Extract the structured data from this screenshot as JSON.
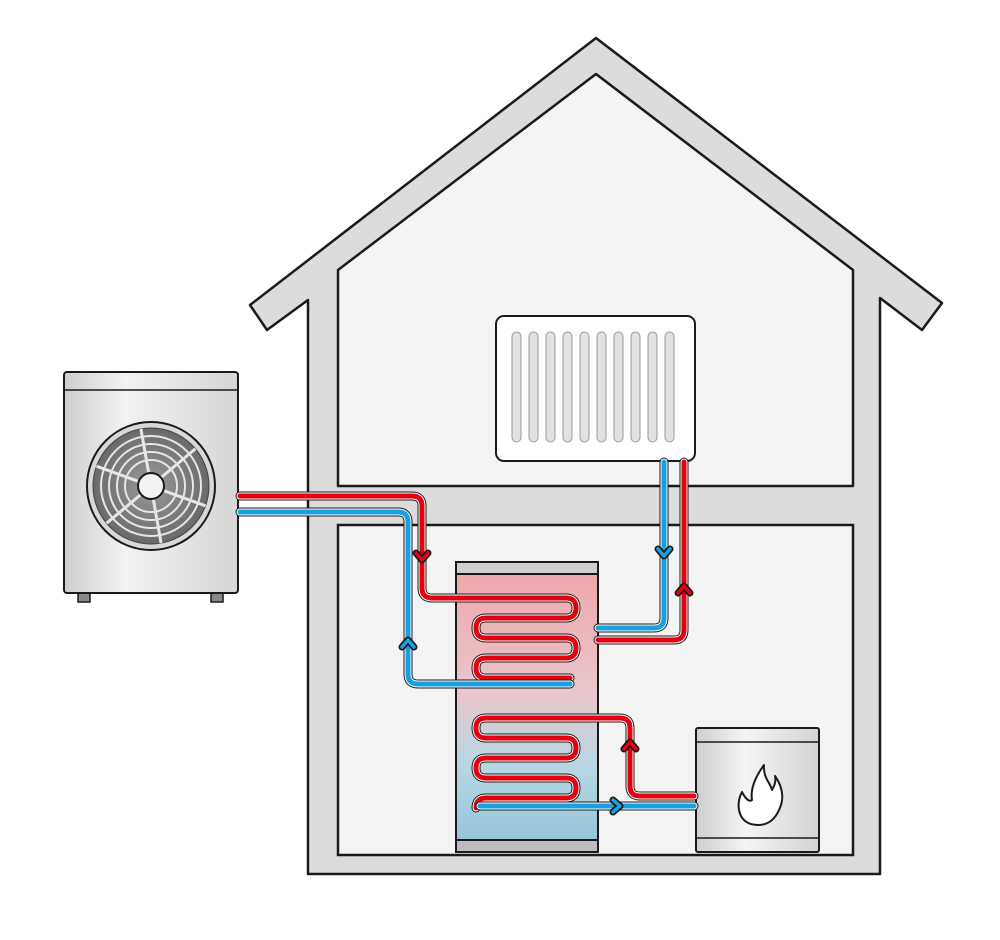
{
  "colors": {
    "hot_pipe": "#e3000f",
    "cold_pipe": "#1aa0e0",
    "house_wall": "#dcdcdc",
    "outline": "#1a1a1a",
    "unit_body": "#e2e2e2"
  },
  "components": [
    {
      "id": "outdoor-heat-pump-unit",
      "icon": "fan-icon"
    },
    {
      "id": "radiator",
      "icon": "radiator-fins"
    },
    {
      "id": "hot-water-storage-tank",
      "icon": "coil-heat-exchanger"
    },
    {
      "id": "boiler",
      "icon": "flame-icon"
    }
  ]
}
